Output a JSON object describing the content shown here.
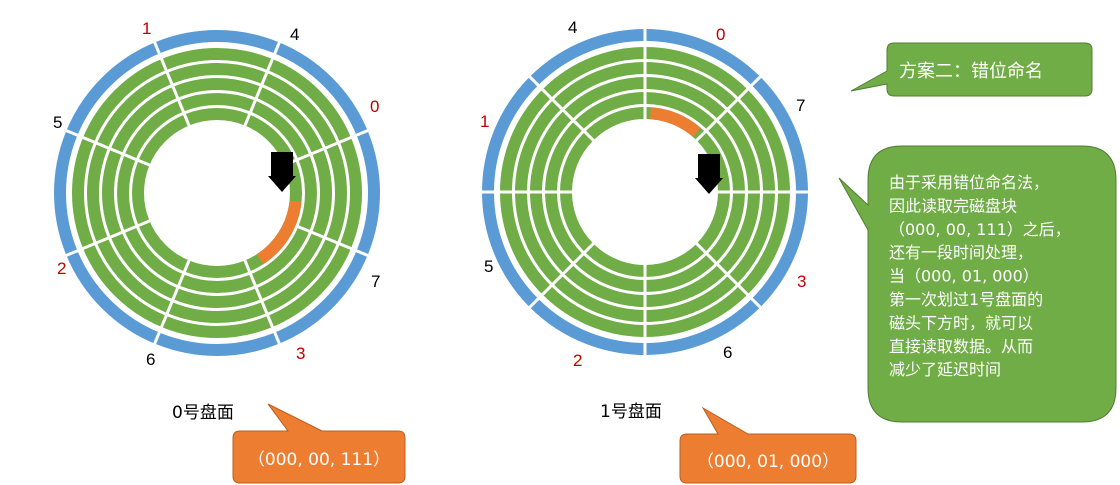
{
  "colors": {
    "outer_track": "#5b9bd5",
    "inner_track": "#70ad47",
    "highlight": "#ed7d31",
    "divider": "#ffffff",
    "label_black": "#000000",
    "label_red": "#c00000",
    "callout_green": "#70ad47",
    "callout_orange": "#ed7d31",
    "head_arrow": "#000000"
  },
  "platters": [
    {
      "caption": "0号盘面",
      "labels": [
        {
          "text": "1",
          "color": "red"
        },
        {
          "text": "4",
          "color": "black"
        },
        {
          "text": "0",
          "color": "red"
        },
        {
          "text": "5",
          "color": "black"
        },
        {
          "text": "7",
          "color": "black"
        },
        {
          "text": "2",
          "color": "red"
        },
        {
          "text": "6",
          "color": "black"
        },
        {
          "text": "3",
          "color": "red"
        }
      ],
      "callout": "（000, 00, 111）"
    },
    {
      "caption": "1号盘面",
      "labels": [
        {
          "text": "4",
          "color": "black"
        },
        {
          "text": "0",
          "color": "red"
        },
        {
          "text": "7",
          "color": "black"
        },
        {
          "text": "1",
          "color": "red"
        },
        {
          "text": "5",
          "color": "black"
        },
        {
          "text": "3",
          "color": "red"
        },
        {
          "text": "2",
          "color": "red"
        },
        {
          "text": "6",
          "color": "black"
        }
      ],
      "callout": "（000, 01, 000）"
    }
  ],
  "scheme_callout": "方案二：错位命名",
  "explanation_lines": [
    "由于采用错位命名法，",
    "因此读取完磁盘块",
    "（000, 00, 111）之后，",
    "还有一段时间处理，",
    "当（000, 01, 000）",
    "第一次划过1号盘面的",
    "磁头下方时，就可以",
    "直接读取数据。从而",
    "减少了延迟时间"
  ]
}
